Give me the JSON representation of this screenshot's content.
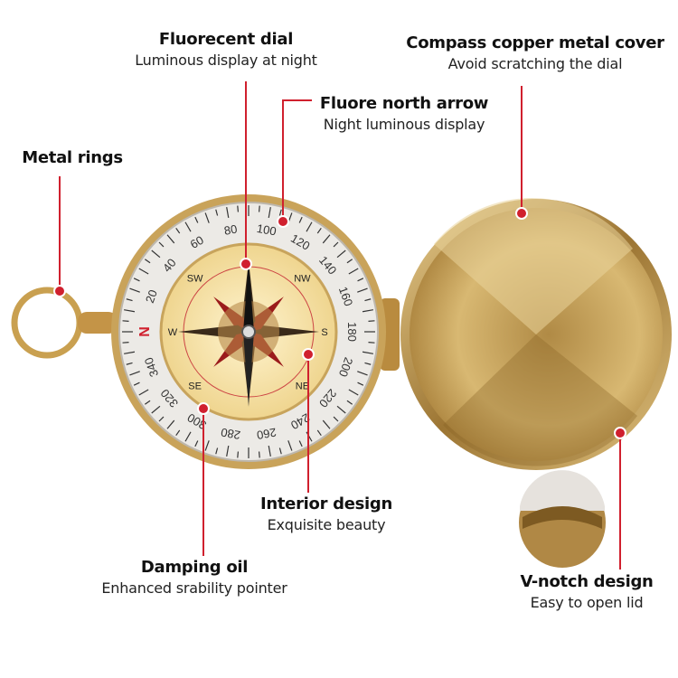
{
  "colors": {
    "accent": "#d0202e",
    "brass": "#c9a35a",
    "dial": "#f6e6b2"
  },
  "callouts": [
    {
      "title": "Fluorecent dial",
      "subtitle": "Luminous display at night"
    },
    {
      "title": "Compass copper metal cover",
      "subtitle": "Avoid scratching the dial"
    },
    {
      "title": "Fluore north arrow",
      "subtitle": "Night luminous display"
    },
    {
      "title": "Metal rings",
      "subtitle": ""
    },
    {
      "title": "Interior design",
      "subtitle": "Exquisite beauty"
    },
    {
      "title": "Damping oil",
      "subtitle": "Enhanced srability pointer"
    },
    {
      "title": "V-notch design",
      "subtitle": "Easy to open lid"
    }
  ],
  "dial": {
    "bezel_numbers": [
      "N",
      "20",
      "40",
      "60",
      "80",
      "100",
      "120",
      "140",
      "160",
      "180",
      "200",
      "220",
      "240",
      "260",
      "280",
      "300",
      "320",
      "340"
    ],
    "inner_letters": [
      "SW",
      "NW",
      "NE",
      "SE",
      "S",
      "W"
    ]
  }
}
